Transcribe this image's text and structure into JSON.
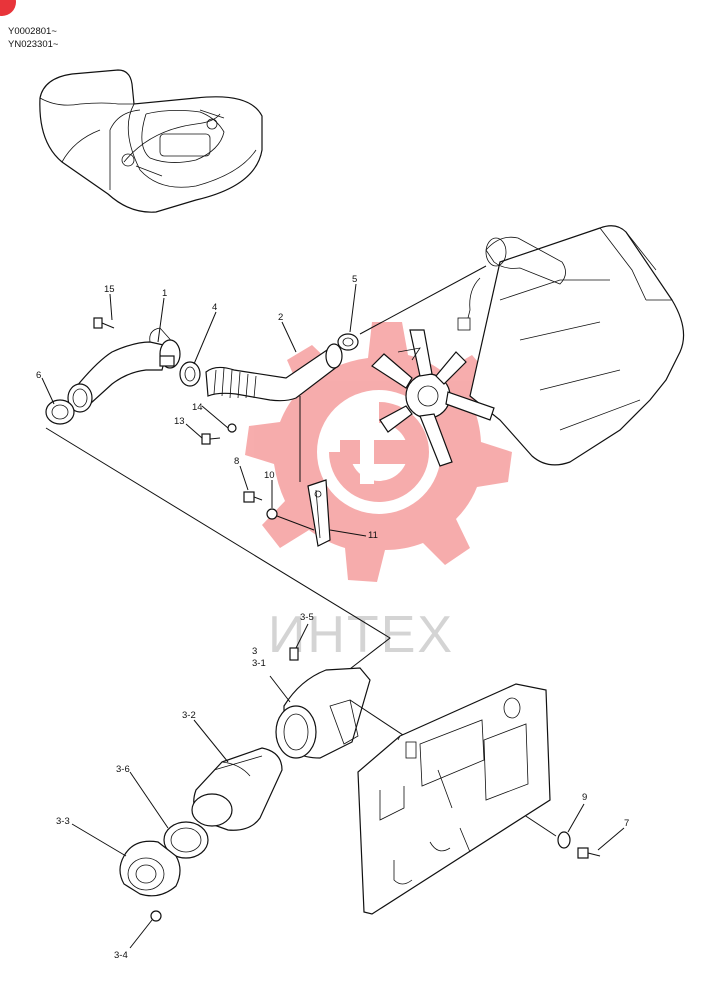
{
  "serials": [
    "Y0002801~",
    "YN023301~"
  ],
  "watermark": {
    "text": "ИНТЕХ",
    "color": "#f06a6a"
  },
  "corner_badge": {
    "color": "#e8343a"
  },
  "labels": {
    "p1": "1",
    "p2": "2",
    "p3": "3",
    "p3_1": "3-1",
    "p3_2": "3-2",
    "p3_3": "3-3",
    "p3_4": "3-4",
    "p3_5": "3-5",
    "p3_6": "3-6",
    "p4": "4",
    "p5": "5",
    "p6": "6",
    "p7": "7",
    "p8": "8",
    "p9": "9",
    "p10": "10",
    "p11": "11",
    "p13": "13",
    "p14": "14",
    "p15": "15"
  }
}
